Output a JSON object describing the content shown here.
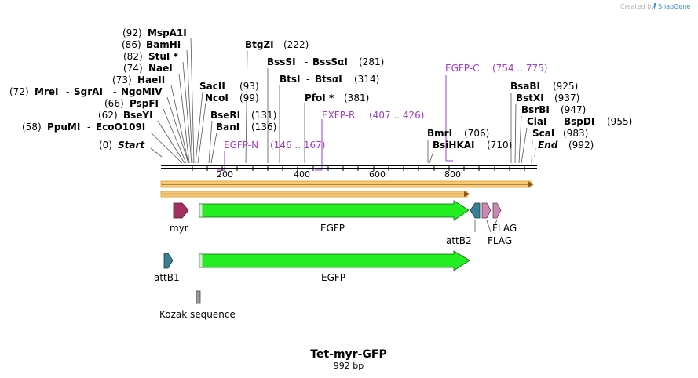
{
  "watermark": {
    "text": "Created by",
    "brand": "SnapGene"
  },
  "map": {
    "title": "Tet-myr-GFP",
    "length_label": "992 bp"
  },
  "ruler": {
    "ticks": [
      "200",
      "400",
      "600",
      "800"
    ]
  },
  "sites": [
    {
      "name": "MspA1I",
      "pos": "(92)"
    },
    {
      "name": "BamHI",
      "pos": "(86)"
    },
    {
      "name": "StuI *",
      "pos": "(82)"
    },
    {
      "name": "NaeI",
      "pos": "(74)"
    },
    {
      "name": "HaeII",
      "pos": "(73)"
    },
    {
      "name": "MreI",
      "pos": "(72)",
      "name2": "SgrAI",
      "name3": "NgoMIV"
    },
    {
      "name": "PspFI",
      "pos": "(66)"
    },
    {
      "name": "BseYI",
      "pos": "(62)"
    },
    {
      "name": "PpuMI",
      "pos": "(58)",
      "name2": "EcoO109I"
    },
    {
      "name": "Start",
      "pos": "(0)"
    },
    {
      "name": "BtgZI",
      "pos": "(222)"
    },
    {
      "name": "BssSI",
      "pos": "(281)",
      "name2": "BssSαI"
    },
    {
      "name": "BtsI",
      "pos": "(314)",
      "name2": "BtsαI"
    },
    {
      "name": "PfoI *",
      "pos": "(381)"
    },
    {
      "name": "SacII",
      "pos": "(93)"
    },
    {
      "name": "NcoI",
      "pos": "(99)"
    },
    {
      "name": "BseRI",
      "pos": "(131)"
    },
    {
      "name": "BanI",
      "pos": "(136)"
    },
    {
      "name": "BsaBI",
      "pos": "(925)"
    },
    {
      "name": "BstXI",
      "pos": "(937)"
    },
    {
      "name": "BsrBI",
      "pos": "(947)"
    },
    {
      "name": "ClaI",
      "pos": "(955)",
      "name2": "BspDI"
    },
    {
      "name": "ScaI",
      "pos": "(983)"
    },
    {
      "name": "End",
      "pos": "(992)"
    },
    {
      "name": "BmrI",
      "pos": "(706)"
    },
    {
      "name": "BsiHKAI",
      "pos": "(710)"
    }
  ],
  "primers": [
    {
      "name": "EGFP-C",
      "range": "(754 .. 775)"
    },
    {
      "name": "EXFP-R",
      "range": "(407 .. 426)"
    },
    {
      "name": "EGFP-N",
      "range": "(146 .. 167)"
    }
  ],
  "features": [
    {
      "name": "myr"
    },
    {
      "name": "EGFP"
    },
    {
      "name": "attB2"
    },
    {
      "name": "FLAG"
    },
    {
      "name": "FLAG"
    },
    {
      "name": "attB1"
    },
    {
      "name": "EGFP"
    },
    {
      "name": "Kozak sequence"
    }
  ],
  "colors": {
    "primer": "#a33bd1",
    "egfp": "#22ee22",
    "myr": "#a0305e",
    "attb": "#3a7f94",
    "flag": "#c48ab0",
    "orf_fill": "#f7c878",
    "orf_stroke": "#8a5a14",
    "kozak": "#9a9a9a"
  }
}
